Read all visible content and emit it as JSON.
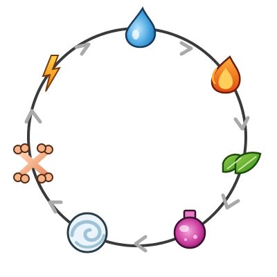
{
  "diagram": {
    "type": "cycle",
    "direction": "clockwise",
    "ring_color": "#3a3a3a",
    "arrow_color": "#a9a9a9",
    "nodes": [
      {
        "id": "water",
        "icon": "water-drop-icon"
      },
      {
        "id": "fire",
        "icon": "fire-icon"
      },
      {
        "id": "leaf",
        "icon": "leaf-icon"
      },
      {
        "id": "poison",
        "icon": "potion-flask-icon"
      },
      {
        "id": "wind",
        "icon": "wind-swirl-icon"
      },
      {
        "id": "bone",
        "icon": "crossed-bones-icon"
      },
      {
        "id": "lightning",
        "icon": "lightning-bolt-icon"
      }
    ],
    "colors": {
      "water": "#4aa6e0",
      "fire": "#f07a1e",
      "leaf": "#4aa02a",
      "poison": "#c8389a",
      "wind": "#b9d4e2",
      "bone": "#f0a878",
      "lightning": "#f0a020"
    }
  }
}
